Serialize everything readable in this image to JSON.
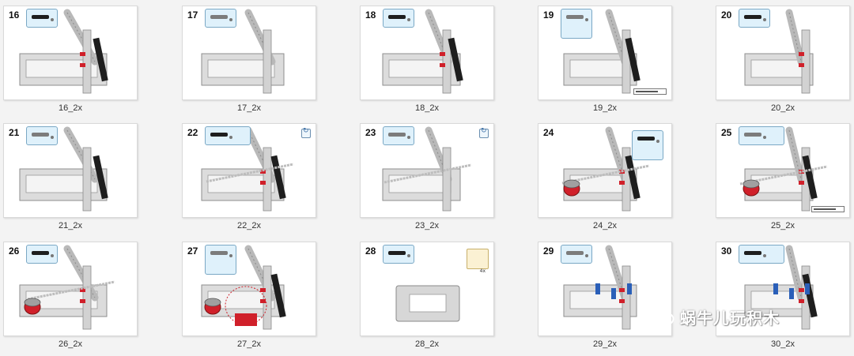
{
  "gallery": {
    "items": [
      {
        "step": "16",
        "caption": "16_2x",
        "rotate": false,
        "scale": false,
        "qty": false
      },
      {
        "step": "17",
        "caption": "17_2x",
        "rotate": false,
        "scale": false,
        "qty": false
      },
      {
        "step": "18",
        "caption": "18_2x",
        "rotate": false,
        "scale": false,
        "qty": false
      },
      {
        "step": "19",
        "caption": "19_2x",
        "rotate": false,
        "scale": true,
        "qty": false
      },
      {
        "step": "20",
        "caption": "20_2x",
        "rotate": false,
        "scale": false,
        "qty": false
      },
      {
        "step": "21",
        "caption": "21_2x",
        "rotate": false,
        "scale": false,
        "qty": false
      },
      {
        "step": "22",
        "caption": "22_2x",
        "rotate": true,
        "scale": false,
        "qty": false
      },
      {
        "step": "23",
        "caption": "23_2x",
        "rotate": true,
        "scale": false,
        "qty": false
      },
      {
        "step": "24",
        "caption": "24_2x",
        "rotate": false,
        "scale": false,
        "qty": false
      },
      {
        "step": "25",
        "caption": "25_2x",
        "rotate": false,
        "scale": true,
        "qty": false
      },
      {
        "step": "26",
        "caption": "26_2x",
        "rotate": false,
        "scale": false,
        "qty": false
      },
      {
        "step": "27",
        "caption": "27_2x",
        "rotate": false,
        "scale": false,
        "qty": false
      },
      {
        "step": "28",
        "caption": "28_2x",
        "rotate": false,
        "scale": false,
        "qty": true,
        "qty_label": "4x"
      },
      {
        "step": "29",
        "caption": "29_2x",
        "rotate": false,
        "scale": false,
        "qty": false
      },
      {
        "step": "30",
        "caption": "30_2x",
        "rotate": false,
        "scale": false,
        "qty": false
      }
    ]
  },
  "watermark": {
    "text": "蜗牛儿玩积木",
    "icon": "wechat-icon"
  },
  "colors": {
    "callout_bg": "#dff1fb",
    "callout_border": "#7aa8c5",
    "beam_dark": "#1e1e1e",
    "beam_gray": "#b9b9b9",
    "accent_red": "#d0202a",
    "accent_blue": "#2a5fb8"
  }
}
